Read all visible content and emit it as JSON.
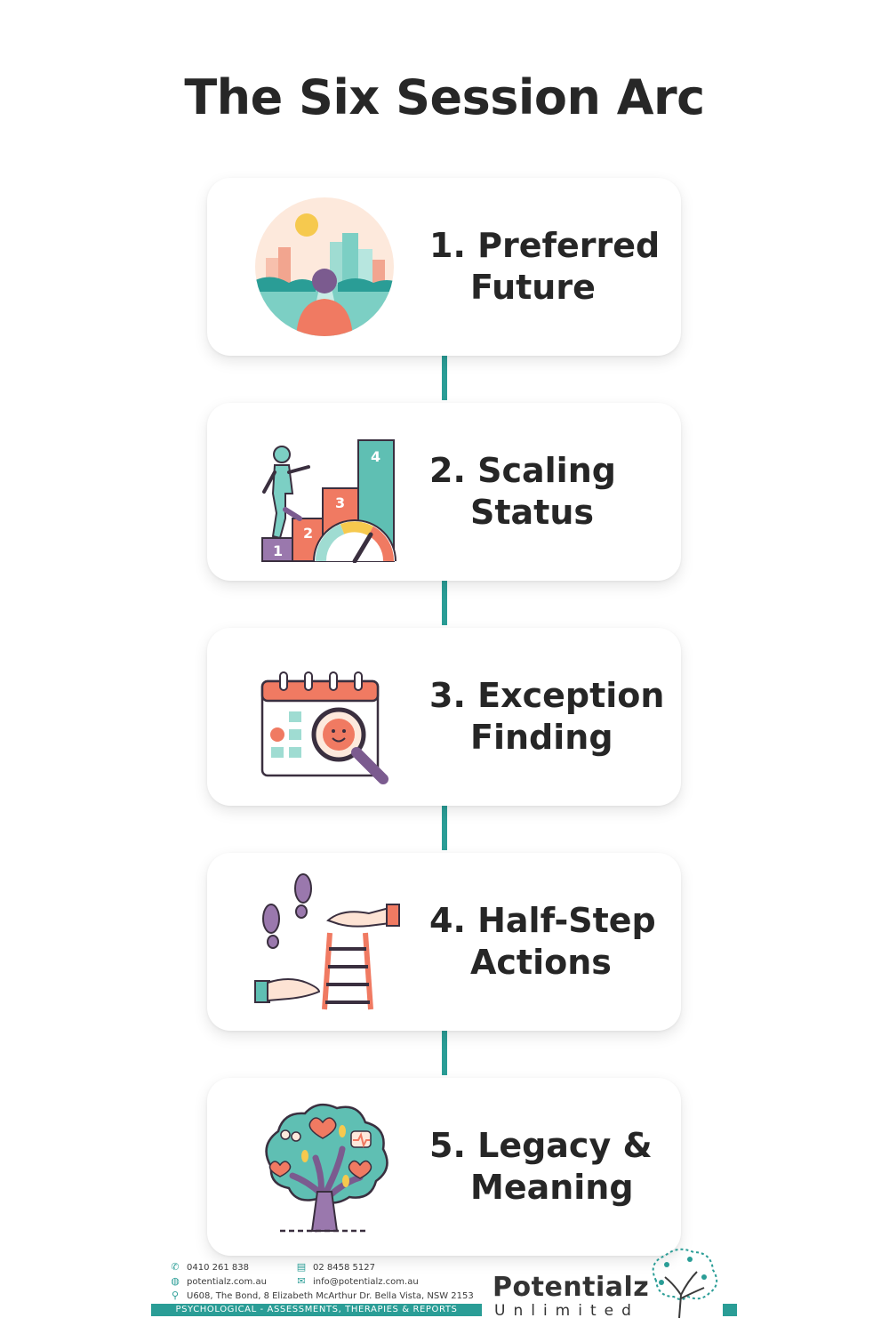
{
  "title": "The Six Session Arc",
  "steps": [
    {
      "line1": "1. Preferred",
      "line2": "Future",
      "icon": "sunrise-city-person-icon"
    },
    {
      "line1": "2. Scaling",
      "line2": "Status",
      "icon": "steps-gauge-icon"
    },
    {
      "line1": "3. Exception",
      "line2": "Finding",
      "icon": "calendar-magnifier-icon"
    },
    {
      "line1": "4. Half-Step",
      "line2": "Actions",
      "icon": "footprints-ladder-hands-icon"
    },
    {
      "line1": "5. Legacy &",
      "line2": "Meaning",
      "icon": "heart-tree-icon"
    }
  ],
  "step_numbers": {
    "stair_1": "1",
    "stair_2": "2",
    "stair_3": "3",
    "stair_4": "4"
  },
  "footer": {
    "phone": "0410  261 838",
    "fax": "02 8458 5127",
    "website": "potentialz.com.au",
    "email": "info@potentialz.com.au",
    "address": "U608, The Bond, 8 Elizabeth McArthur Dr. Bella Vista, NSW 2153",
    "tagline": "PSYCHOLOGICAL - ASSESSMENTS, THERAPIES & REPORTS",
    "brand_name": "Potentialz",
    "brand_sub": "Unlimited"
  },
  "colors": {
    "teal": "#2a9d96",
    "coral": "#f07a62",
    "purple": "#7b5b8f",
    "mint": "#9fdcd2",
    "yellow": "#f6c94e"
  }
}
